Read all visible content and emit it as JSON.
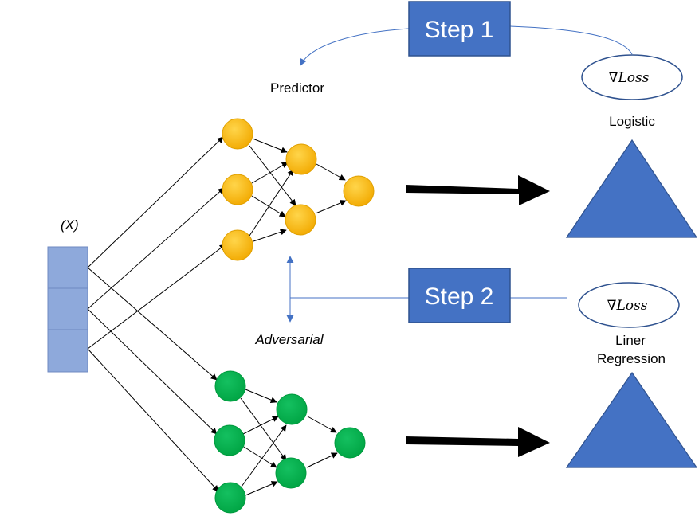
{
  "predictor_label": "Predictor",
  "adversarial_label": "Adversarial",
  "input_label": "(X)",
  "step1": {
    "label": "Step 1",
    "loss": "∇Loss",
    "model": "Logistic"
  },
  "step2": {
    "label": "Step 2",
    "loss": "∇Loss",
    "model_line1": "Liner",
    "model_line2": "Regression"
  },
  "colors": {
    "predictor_node": "#f4b400",
    "adversary_node": "#00b050",
    "step_box": "#4472c4",
    "input_cell": "#8ea9db"
  }
}
